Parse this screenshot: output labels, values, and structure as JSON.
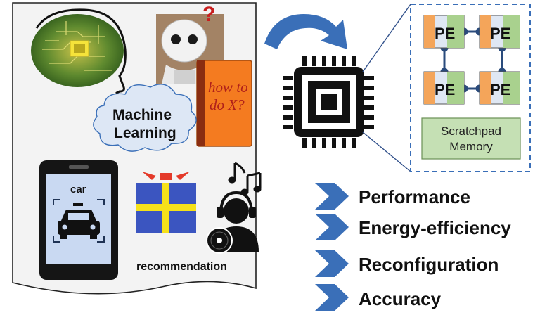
{
  "machine_learning": {
    "line1": "Machine",
    "line2": "Learning"
  },
  "book": {
    "line1": "how to",
    "line2": "do X?"
  },
  "robot": {
    "question_mark": "?"
  },
  "phone": {
    "label": "car"
  },
  "recommendation": {
    "label": "recommendation"
  },
  "accelerator": {
    "pe_labels": [
      "PE",
      "PE",
      "PE",
      "PE"
    ],
    "memory_line1": "Scratchpad",
    "memory_line2": "Memory"
  },
  "metrics": [
    "Performance",
    "Energy-efficiency",
    "Reconfiguration",
    "Accuracy"
  ],
  "icons": [
    "brain-icon",
    "robot-icon",
    "book-icon",
    "cloud-icon",
    "phone-icon",
    "car-icon",
    "gift-icon",
    "music-note-icon",
    "listener-icon",
    "disc-icon",
    "chip-icon",
    "arrow-icon",
    "chevron-icon"
  ],
  "colors": {
    "arrow_blue": "#3a6fb8",
    "pe_orange": "#f4a55a",
    "pe_green": "#a9d18e",
    "pe_blue": "#dfe7f3",
    "memory_green": "#c5e0b4",
    "gift_blue": "#3b55c0",
    "gift_yellow": "#f5e11a",
    "gift_red": "#e43a2a",
    "book_orange": "#f47b20",
    "phone_screen": "#c9d9f2"
  }
}
